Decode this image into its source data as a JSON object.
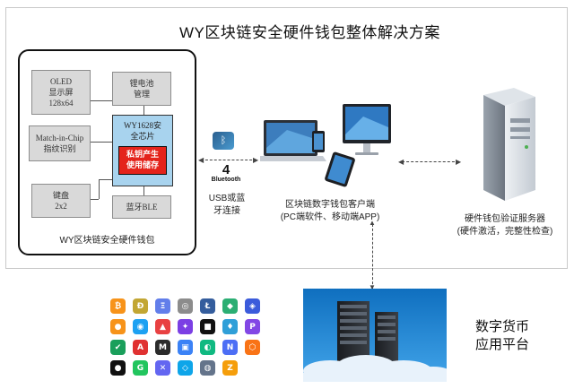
{
  "title": "WY区块链安全硬件钱包整体解决方案",
  "wallet": {
    "caption": "WY区块链安全硬件钱包",
    "oled": [
      "OLED",
      "显示屏",
      "128x64"
    ],
    "battery": [
      "锂电池",
      "管理"
    ],
    "fingerprint": [
      "Match-in-Chip",
      "指纹识别"
    ],
    "keypad": [
      "键盘",
      "2x2"
    ],
    "chip": [
      "WY1628安",
      "全芯片"
    ],
    "private_key": [
      "私钥产生",
      "使用储存"
    ],
    "bluetooth_module": "蓝牙BLE"
  },
  "connection": {
    "badge_number": "4",
    "badge_text": "Bluetooth",
    "lines": [
      "USB或蓝",
      "牙连接"
    ]
  },
  "client": {
    "lines": [
      "区块链数字钱包客户端",
      "(PC端软件、移动端APP)"
    ]
  },
  "server": {
    "lines": [
      "硬件钱包验证服务器",
      "(硬件激活，完整性检查)"
    ]
  },
  "platform": {
    "lines": [
      "数字货币",
      "应用平台"
    ]
  },
  "colors": {
    "chip_fill": "#a8d3ee",
    "key_fill": "#e4231b",
    "cloud_panel": "#1e8fd6",
    "box_fill": "#d9d9d9"
  },
  "coin_icons": [
    {
      "glyph": "₿",
      "color": "#f7931a"
    },
    {
      "glyph": "Ð",
      "color": "#c2a633"
    },
    {
      "glyph": "Ξ",
      "color": "#627eea"
    },
    {
      "glyph": "◎",
      "color": "#8c8c8c"
    },
    {
      "glyph": "Ł",
      "color": "#345d9d"
    },
    {
      "glyph": "◆",
      "color": "#2bae73"
    },
    {
      "glyph": "◈",
      "color": "#3b5bdb"
    },
    {
      "glyph": "●",
      "color": "#f7931a"
    },
    {
      "glyph": "◉",
      "color": "#1da1f2"
    },
    {
      "glyph": "▲",
      "color": "#e84142"
    },
    {
      "glyph": "✦",
      "color": "#7b3fe4"
    },
    {
      "glyph": "■",
      "color": "#111111"
    },
    {
      "glyph": "♦",
      "color": "#2f9fd8"
    },
    {
      "glyph": "P",
      "color": "#8247e5"
    },
    {
      "glyph": "✔",
      "color": "#1a9f5b"
    },
    {
      "glyph": "A",
      "color": "#e03131"
    },
    {
      "glyph": "M",
      "color": "#2b2b2b"
    },
    {
      "glyph": "▣",
      "color": "#3b82f6"
    },
    {
      "glyph": "◐",
      "color": "#10b981"
    },
    {
      "glyph": "N",
      "color": "#4c6ef5"
    },
    {
      "glyph": "⬡",
      "color": "#f97316"
    },
    {
      "glyph": "●",
      "color": "#111111"
    },
    {
      "glyph": "G",
      "color": "#22c55e"
    },
    {
      "glyph": "✕",
      "color": "#6366f1"
    },
    {
      "glyph": "◇",
      "color": "#0ea5e9"
    },
    {
      "glyph": "◍",
      "color": "#64748b"
    },
    {
      "glyph": "Z",
      "color": "#f59e0b"
    }
  ]
}
